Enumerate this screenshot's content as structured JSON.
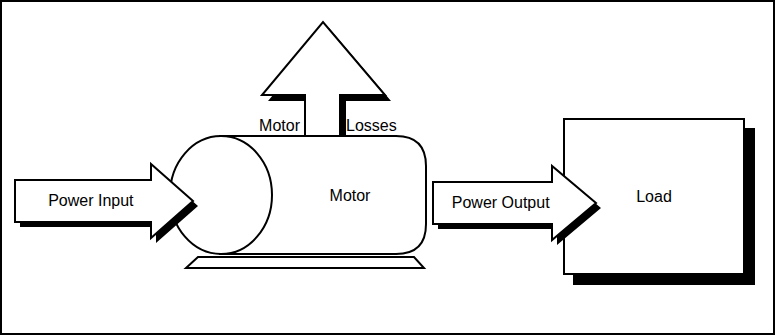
{
  "diagram": {
    "nodes": [
      {
        "text": [
          "Power Input"
        ]
      },
      {
        "text": [
          "Motor"
        ]
      },
      {
        "text": [
          "Power Output"
        ]
      },
      {
        "text": [
          "Load"
        ]
      }
    ],
    "labels": [
      "Motor",
      "Losses"
    ]
  }
}
